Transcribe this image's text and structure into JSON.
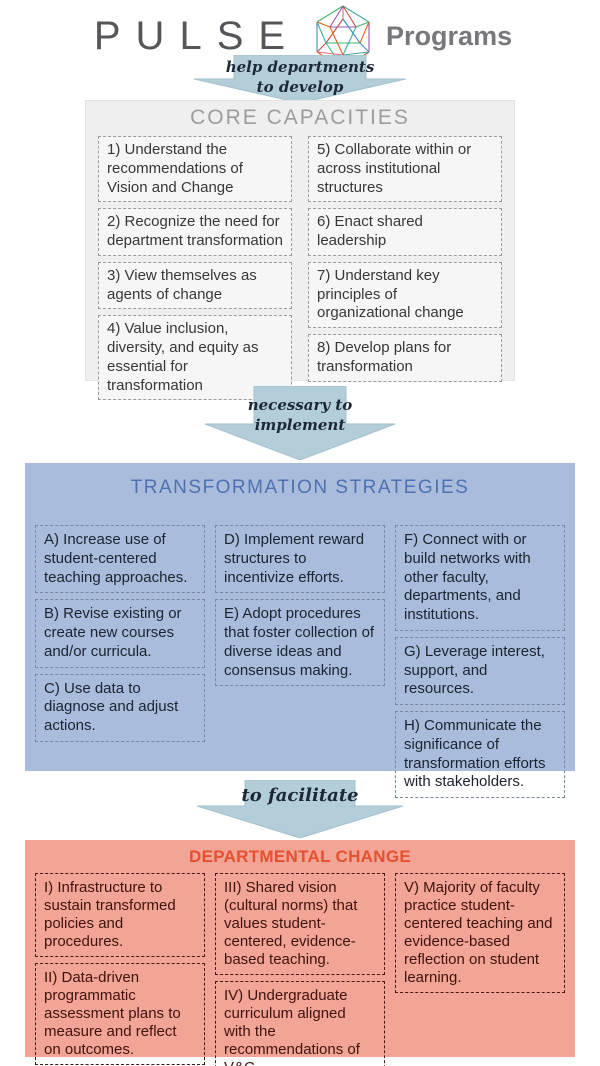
{
  "header": {
    "brand": "PULSE",
    "suffix": "Programs",
    "logo_icon": "polyhedron-wireframe-logo"
  },
  "arrows": [
    {
      "label_lines": [
        "help departments",
        "to develop"
      ]
    },
    {
      "label_lines": [
        "necessary to",
        "implement"
      ]
    },
    {
      "label_lines": [
        "to facilitate"
      ]
    }
  ],
  "sections": {
    "core": {
      "title": "CORE CAPACITIES",
      "columns": [
        [
          "1)  Understand the recommendations of Vision and Change",
          "2)  Recognize the need for department transformation",
          "3) View themselves as agents of change",
          "4) Value inclusion, diversity, and equity as essential for transformation"
        ],
        [
          "5) Collaborate within or across institutional structures",
          "6) Enact shared leadership",
          "7) Understand key principles of organizational change",
          "8) Develop plans for transformation"
        ]
      ]
    },
    "strategies": {
      "title": "TRANSFORMATION STRATEGIES",
      "columns": [
        [
          "A) Increase use of student-centered teaching approaches.",
          "B) Revise existing or create new courses and/or curricula.",
          "C) Use data to diagnose and adjust actions."
        ],
        [
          "D) Implement reward structures to incentivize efforts.",
          "E) Adopt procedures that foster collection of diverse ideas and consensus making."
        ],
        [
          "F) Connect with or build networks with other faculty, departments, and institutions.",
          "G) Leverage interest, support, and resources.",
          "H) Communicate the significance of transformation efforts with stakeholders."
        ]
      ]
    },
    "change": {
      "title": "DEPARTMENTAL CHANGE",
      "columns": [
        [
          "I) Infrastructure to sustain transformed policies and procedures.",
          "II) Data-driven programmatic assessment plans to measure and reflect on outcomes."
        ],
        [
          "III)  Shared vision (cultural norms) that values student-centered, evidence-based teaching.",
          "IV) Undergraduate curriculum aligned with the recommendations of V&C."
        ],
        [
          "V) Majority of faculty practice student-centered teaching and evidence-based reflection on student learning."
        ]
      ]
    }
  },
  "colors": {
    "arrow_fill": "#b3ced9",
    "core_bg": "#efefef",
    "core_title": "#9c9c9c",
    "strategies_bg": "#a9bcdb",
    "strategies_title": "#4d71b3",
    "change_bg": "#f2a496",
    "change_title": "#e5502d"
  }
}
